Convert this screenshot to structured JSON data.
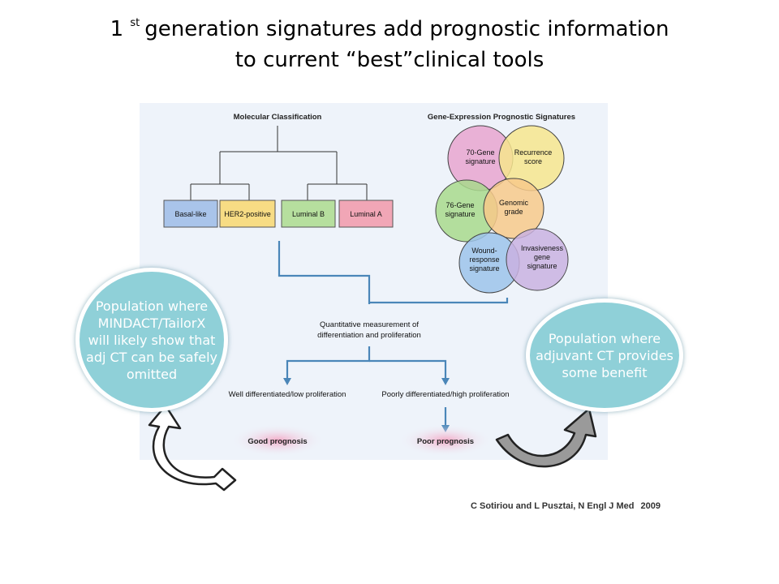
{
  "title": {
    "line1_prefix": "1",
    "line1_super": "st",
    "line1_rest": "generation signatures add prognostic information",
    "line2": "to current “best”clinical tools"
  },
  "figure": {
    "molecular_heading": "Molecular Classification",
    "signatures_heading": "Gene-Expression Prognostic Signatures",
    "subtypes": [
      {
        "label": "Basal-like",
        "color": "#a9c4ea"
      },
      {
        "label": "HER2-positive",
        "color": "#f7dc84"
      },
      {
        "label": "Luminal B",
        "color": "#b6df9e"
      },
      {
        "label": "Luminal A",
        "color": "#f1a6b6"
      }
    ],
    "signatures": [
      {
        "lines": [
          "70-Gene",
          "signature"
        ],
        "color": "#e8a4cf"
      },
      {
        "lines": [
          "Recurrence",
          "score"
        ],
        "color": "#f6e58d"
      },
      {
        "lines": [
          "76-Gene",
          "signature"
        ],
        "color": "#a8d98c"
      },
      {
        "lines": [
          "Genomic",
          "grade"
        ],
        "color": "#f7c98a"
      },
      {
        "lines": [
          "Wound-",
          "response",
          "signature"
        ],
        "color": "#9cc3ea"
      },
      {
        "lines": [
          "Invasiveness",
          "gene",
          "signature"
        ],
        "color": "#c9b2e0"
      }
    ],
    "quantitative_lines": [
      "Quantitative measurement of",
      "differentiation and proliferation"
    ],
    "left_branch": "Well differentiated/low proliferation",
    "right_branch": "Poorly differentiated/high proliferation",
    "good_prognosis": "Good prognosis",
    "poor_prognosis": "Poor prognosis",
    "arrow_color": "#4a86b8"
  },
  "bubble_left": {
    "lines": [
      "Population where",
      "MINDACT/TailorX",
      "will likely show that",
      "adj CT can be safely",
      "omitted"
    ]
  },
  "bubble_right": {
    "lines": [
      "Population where",
      "adjuvant CT provides",
      "some benefit"
    ]
  },
  "citation": {
    "authors": "C Sotiriou and L Pusztai, N Engl J Med",
    "year": "2009"
  }
}
